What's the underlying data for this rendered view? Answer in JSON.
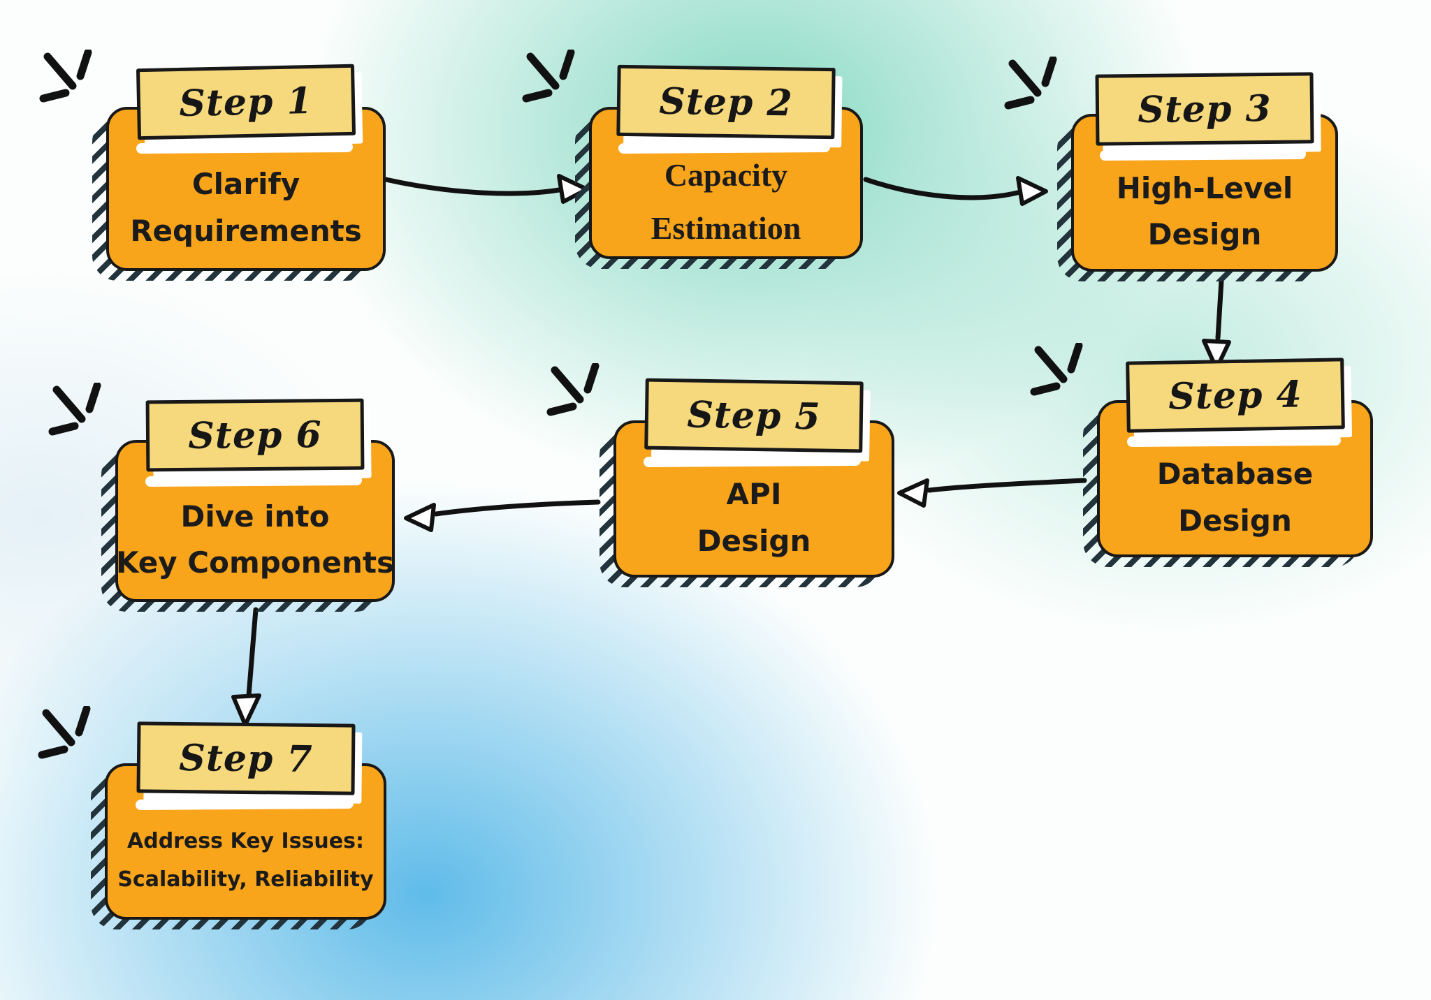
{
  "diagram": {
    "type": "flowchart",
    "steps": [
      {
        "id": "step-1",
        "label": "Step 1",
        "lines": [
          "Clarify",
          "Requirements"
        ]
      },
      {
        "id": "step-2",
        "label": "Step 2",
        "lines": [
          "Capacity",
          "Estimation"
        ]
      },
      {
        "id": "step-3",
        "label": "Step 3",
        "lines": [
          "High-Level",
          "Design"
        ]
      },
      {
        "id": "step-4",
        "label": "Step 4",
        "lines": [
          "Database",
          "Design"
        ]
      },
      {
        "id": "step-5",
        "label": "Step 5",
        "lines": [
          "API",
          "Design"
        ]
      },
      {
        "id": "step-6",
        "label": "Step 6",
        "lines": [
          "Dive into",
          "Key Components"
        ]
      },
      {
        "id": "step-7",
        "label": "Step 7",
        "lines": [
          "Address Key Issues:",
          "Scalability, Reliability"
        ]
      }
    ],
    "connections": [
      {
        "from": "step-1",
        "to": "step-2"
      },
      {
        "from": "step-2",
        "to": "step-3"
      },
      {
        "from": "step-3",
        "to": "step-4"
      },
      {
        "from": "step-4",
        "to": "step-5"
      },
      {
        "from": "step-5",
        "to": "step-6"
      },
      {
        "from": "step-6",
        "to": "step-7"
      }
    ],
    "colors": {
      "box_fill": "#F9A51B",
      "tab_fill": "#F6D87D",
      "outline": "#181818",
      "arrow": "#111111",
      "hatch_shadow": "#22333B",
      "tab_shadow": "#FFFFFF",
      "bg_teal": "#7ED6BF",
      "bg_blue": "#57B8E8"
    }
  }
}
